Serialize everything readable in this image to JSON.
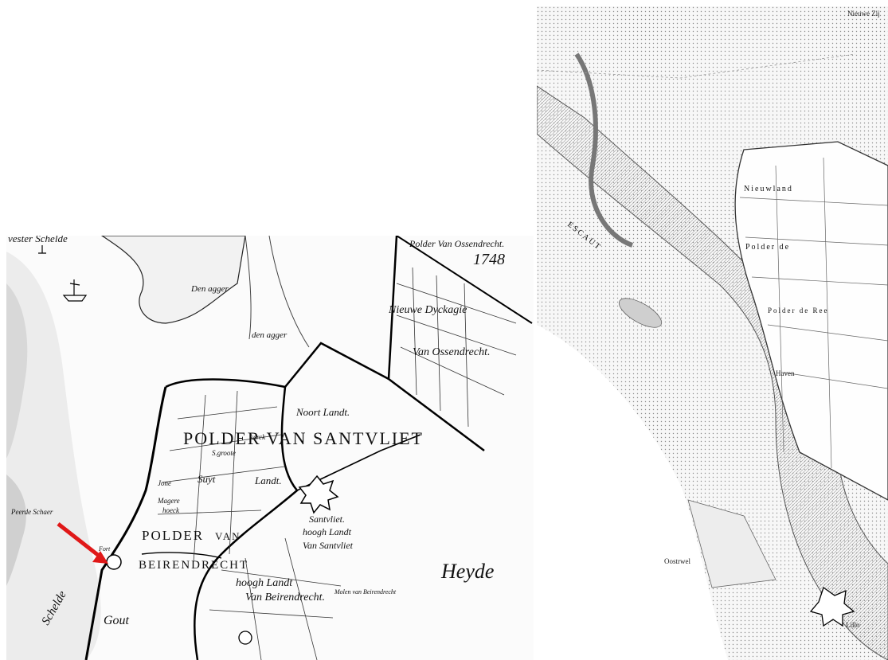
{
  "left_map": {
    "labels": {
      "scheldt_top": "vester Schelde",
      "ossendrecht_polder": "Polder Van Ossendrecht.",
      "year": "1748",
      "nieuwe_dyckagie": "Nieuwe Dyckagie",
      "van_ossendrecht": "Van Ossendrecht.",
      "den_agger_1": "Den agger",
      "den_agger_2": "den agger",
      "noort_landt": "Noort Landt.",
      "polder_santvliet": "POLDER VAN SANTVLIET",
      "suyt": "Suyt",
      "landt": "Landt.",
      "santvliet": "Santvliet.",
      "hoogh_landt_santvliet_1": "hoogh Landt",
      "hoogh_landt_santvliet_2": "Van Santvliet",
      "polder": "POLDER",
      "van": "VAN",
      "beirendrecht": "BEIRENDRECHT",
      "hoogh_landt_beir_1": "hoogh Landt",
      "hoogh_landt_beir_2": "Van Beirendrecht.",
      "heyde": "Heyde",
      "schelde": "Schelde",
      "goud": "Gout",
      "perde_schaer": "Peerde Schaer",
      "molen": "Molen van Beirendrecht",
      "magere": "Magere",
      "hoeck": "hoeck",
      "groote": "S.groote",
      "jone": "Jone",
      "kerck": "kerck",
      "fort": "Fort"
    },
    "arrow_color": "#e01818"
  },
  "right_map": {
    "labels": {
      "nieuwe": "Nieuwe Zij",
      "escaut": "ESCAUT",
      "nieuwland": "Nieuwland",
      "polder_de": "Polder de",
      "polder_de_ree": "Polder de Ree",
      "lillo": "Lillo",
      "oosterweel": "Oostrwel",
      "haven": "Haven"
    },
    "river_color": "#8a8a8a"
  }
}
